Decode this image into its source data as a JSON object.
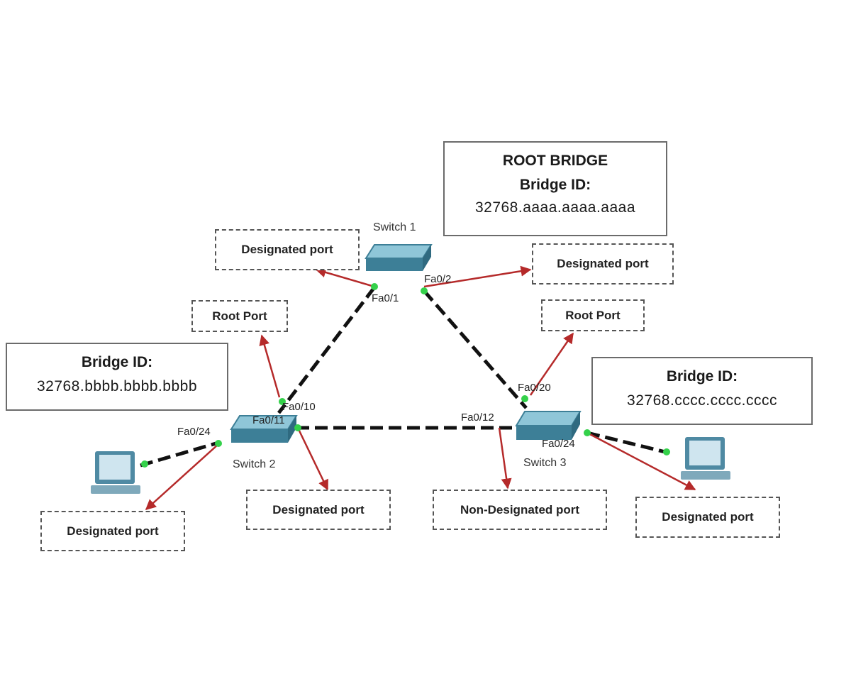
{
  "root_bridge": {
    "title": "ROOT BRIDGE",
    "bridge_id_label": "Bridge ID:",
    "bridge_id": "32768.aaaa.aaaa.aaaa"
  },
  "switch2_box": {
    "bridge_id_label": "Bridge ID:",
    "bridge_id": "32768.bbbb.bbbb.bbbb"
  },
  "switch3_box": {
    "bridge_id_label": "Bridge ID:",
    "bridge_id": "32768.cccc.cccc.cccc"
  },
  "switches": {
    "s1": "Switch 1",
    "s2": "Switch 2",
    "s3": "Switch 3"
  },
  "ports": {
    "s1_fa01": "Fa0/1",
    "s1_fa02": "Fa0/2",
    "s2_fa010": "Fa0/10",
    "s2_fa011": "Fa0/11",
    "s2_fa024": "Fa0/24",
    "s3_fa012": "Fa0/12",
    "s3_fa020": "Fa0/20",
    "s3_fa024": "Fa0/24"
  },
  "role_labels": {
    "s1_left": "Designated port",
    "s1_right": "Designated port",
    "s2_root": "Root Port",
    "s3_root": "Root Port",
    "s2_pc": "Designated port",
    "s2_link": "Designated port",
    "s3_link": "Non-Designated port",
    "s3_pc": "Designated port"
  },
  "colors": {
    "link": "#111111",
    "arrow": "#b52a2a",
    "port_dot": "#34d14a",
    "switch_top": "#7fbccf",
    "switch_side": "#3d7f97",
    "pc_screen": "#a9cfe0",
    "pc_body": "#4f8aa3"
  }
}
